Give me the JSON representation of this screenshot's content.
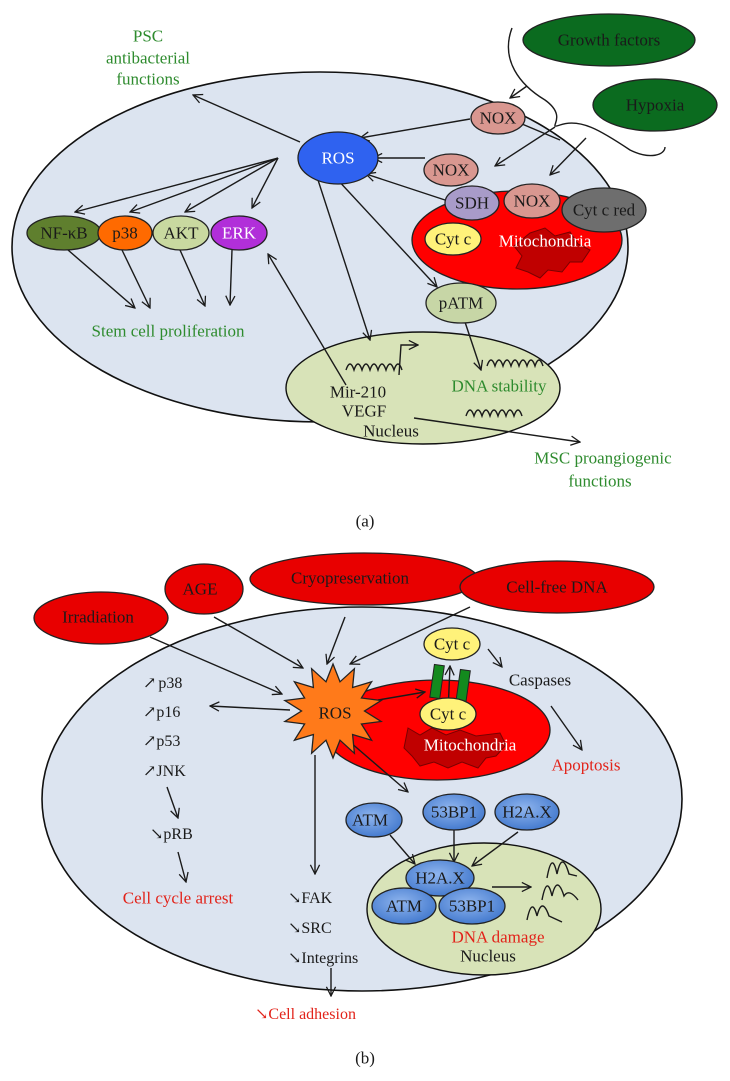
{
  "panel_a": {
    "caption": "(a)",
    "external": {
      "growth_factors": "Growth factors",
      "hypoxia": "Hypoxia"
    },
    "outputs": {
      "psc_line1": "PSC",
      "psc_line2": "antibacterial",
      "psc_line3": "functions",
      "stem_cell_proliferation": "Stem cell proliferation",
      "msc_line1": "MSC proangiogenic",
      "msc_line2": "functions",
      "dna_stability": "DNA stability"
    },
    "nodes": {
      "ros": "ROS",
      "nox_top": "NOX",
      "nox_mid": "NOX",
      "sdh": "SDH",
      "nox_mito": "NOX",
      "cyt_c_red": "Cyt c red",
      "cyt_c": "Cyt c",
      "mitochondria": "Mitochondria",
      "nfkb": "NF-κB",
      "p38": "p38",
      "akt": "AKT",
      "erk": "ERK",
      "patm": "pATM",
      "mir210": "Mir-210",
      "vegf": "VEGF",
      "nucleus": "Nucleus"
    },
    "colors": {
      "external_green": "#0b6b1f",
      "ros_blue": "#2f62f0",
      "nox_pink": "#d99790",
      "sdh_lilac": "#a89bc9",
      "cyt_c_red_gray": "#6e6e6e",
      "cyt_c_yellow": "#fff27a",
      "nfkb_olive": "#5f7f2e",
      "p38_orange": "#ff6a00",
      "akt_lightgreen": "#c9d9a0",
      "erk_purple": "#b12fd9",
      "patm_green": "#c7d6a6",
      "label_green": "#2e8b2e"
    }
  },
  "panel_b": {
    "caption": "(b)",
    "stressors": {
      "irradiation": "Irradiation",
      "age": "AGE",
      "cryopreservation": "Cryopreservation",
      "cell_free_dna": "Cell-free DNA"
    },
    "nodes": {
      "ros": "ROS",
      "cyt_c_out": "Cyt c",
      "cyt_c_in": "Cyt c",
      "mitochondria": "Mitochondria",
      "caspases": "Caspases",
      "atm_out": "ATM",
      "bp1_out": "53BP1",
      "h2ax_out": "H2A.X",
      "h2ax_in": "H2A.X",
      "atm_in": "ATM",
      "bp1_in": "53BP1",
      "nucleus": "Nucleus"
    },
    "markers_up": [
      {
        "arrow": "↗",
        "label": "p38"
      },
      {
        "arrow": "↗",
        "label": "p16"
      },
      {
        "arrow": "↗",
        "label": "p53"
      },
      {
        "arrow": "↗",
        "label": "JNK"
      }
    ],
    "markers_down_prb": {
      "arrow": "↘",
      "label": "pRB"
    },
    "adhesion_markers": [
      {
        "arrow": "↘",
        "label": "FAK"
      },
      {
        "arrow": "↘",
        "label": "SRC"
      },
      {
        "arrow": "↘",
        "label": "Integrins"
      }
    ],
    "outcomes": {
      "apoptosis": "Apoptosis",
      "cell_cycle_arrest": "Cell cycle arrest",
      "dna_damage": "DNA damage",
      "cell_adhesion_arrow": "↘",
      "cell_adhesion": "Cell adhesion"
    },
    "colors": {
      "stressor_red": "#e80000",
      "ros_orange": "#ff7a1a",
      "protein_blue": "#5b8fd6",
      "pore_green": "#138a1e",
      "outcome_red": "#e2231a"
    }
  }
}
